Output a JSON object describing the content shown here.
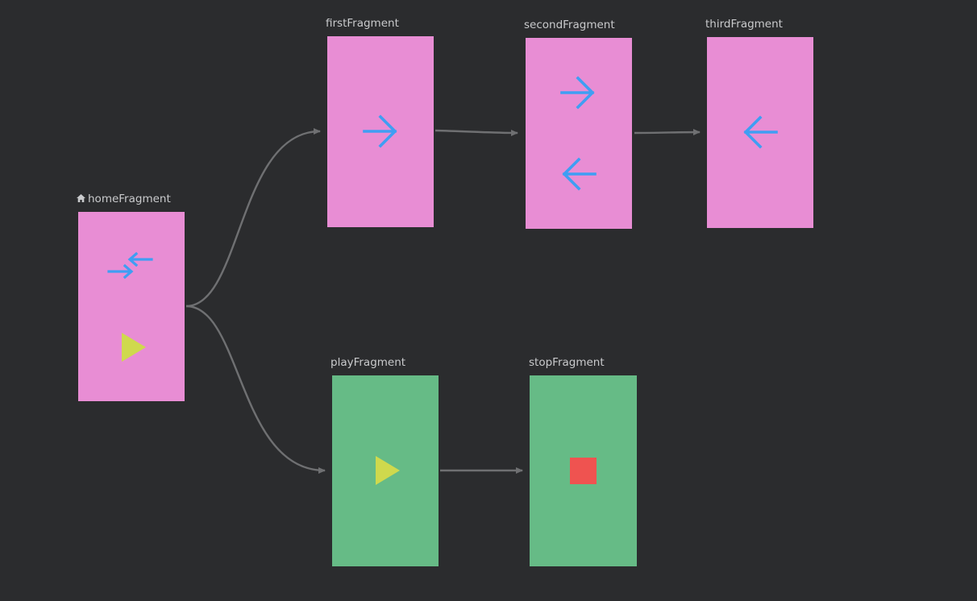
{
  "canvas": {
    "background": "#2b2c2e",
    "edge_color": "#6f7072"
  },
  "colors": {
    "pink_card": "#e88dd4",
    "green_card": "#66bb86",
    "arrow_blue": "#3f9ef3",
    "play_yellow": "#cfd94d",
    "stop_red": "#ef5350"
  },
  "destinations": {
    "home": {
      "label": "homeFragment",
      "start_icon": "home-icon",
      "icons": [
        "swap-arrows-icon",
        "play-icon"
      ]
    },
    "first": {
      "label": "firstFragment",
      "icons": [
        "arrow-right-icon"
      ]
    },
    "second": {
      "label": "secondFragment",
      "icons": [
        "arrow-right-icon",
        "arrow-left-icon"
      ]
    },
    "third": {
      "label": "thirdFragment",
      "icons": [
        "arrow-left-icon"
      ]
    },
    "play": {
      "label": "playFragment",
      "icons": [
        "play-icon"
      ]
    },
    "stop": {
      "label": "stopFragment",
      "icons": [
        "stop-icon"
      ]
    }
  }
}
